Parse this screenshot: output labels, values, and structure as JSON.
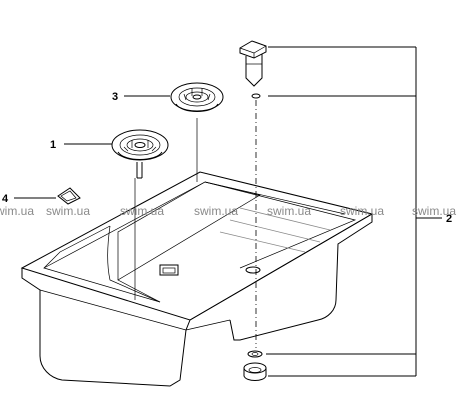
{
  "diagram": {
    "callouts": [
      {
        "id": "1",
        "label": "1"
      },
      {
        "id": "2",
        "label": "2"
      },
      {
        "id": "3",
        "label": "3"
      },
      {
        "id": "4",
        "label": "4"
      }
    ],
    "watermark": {
      "text": "swim.ua"
    }
  }
}
